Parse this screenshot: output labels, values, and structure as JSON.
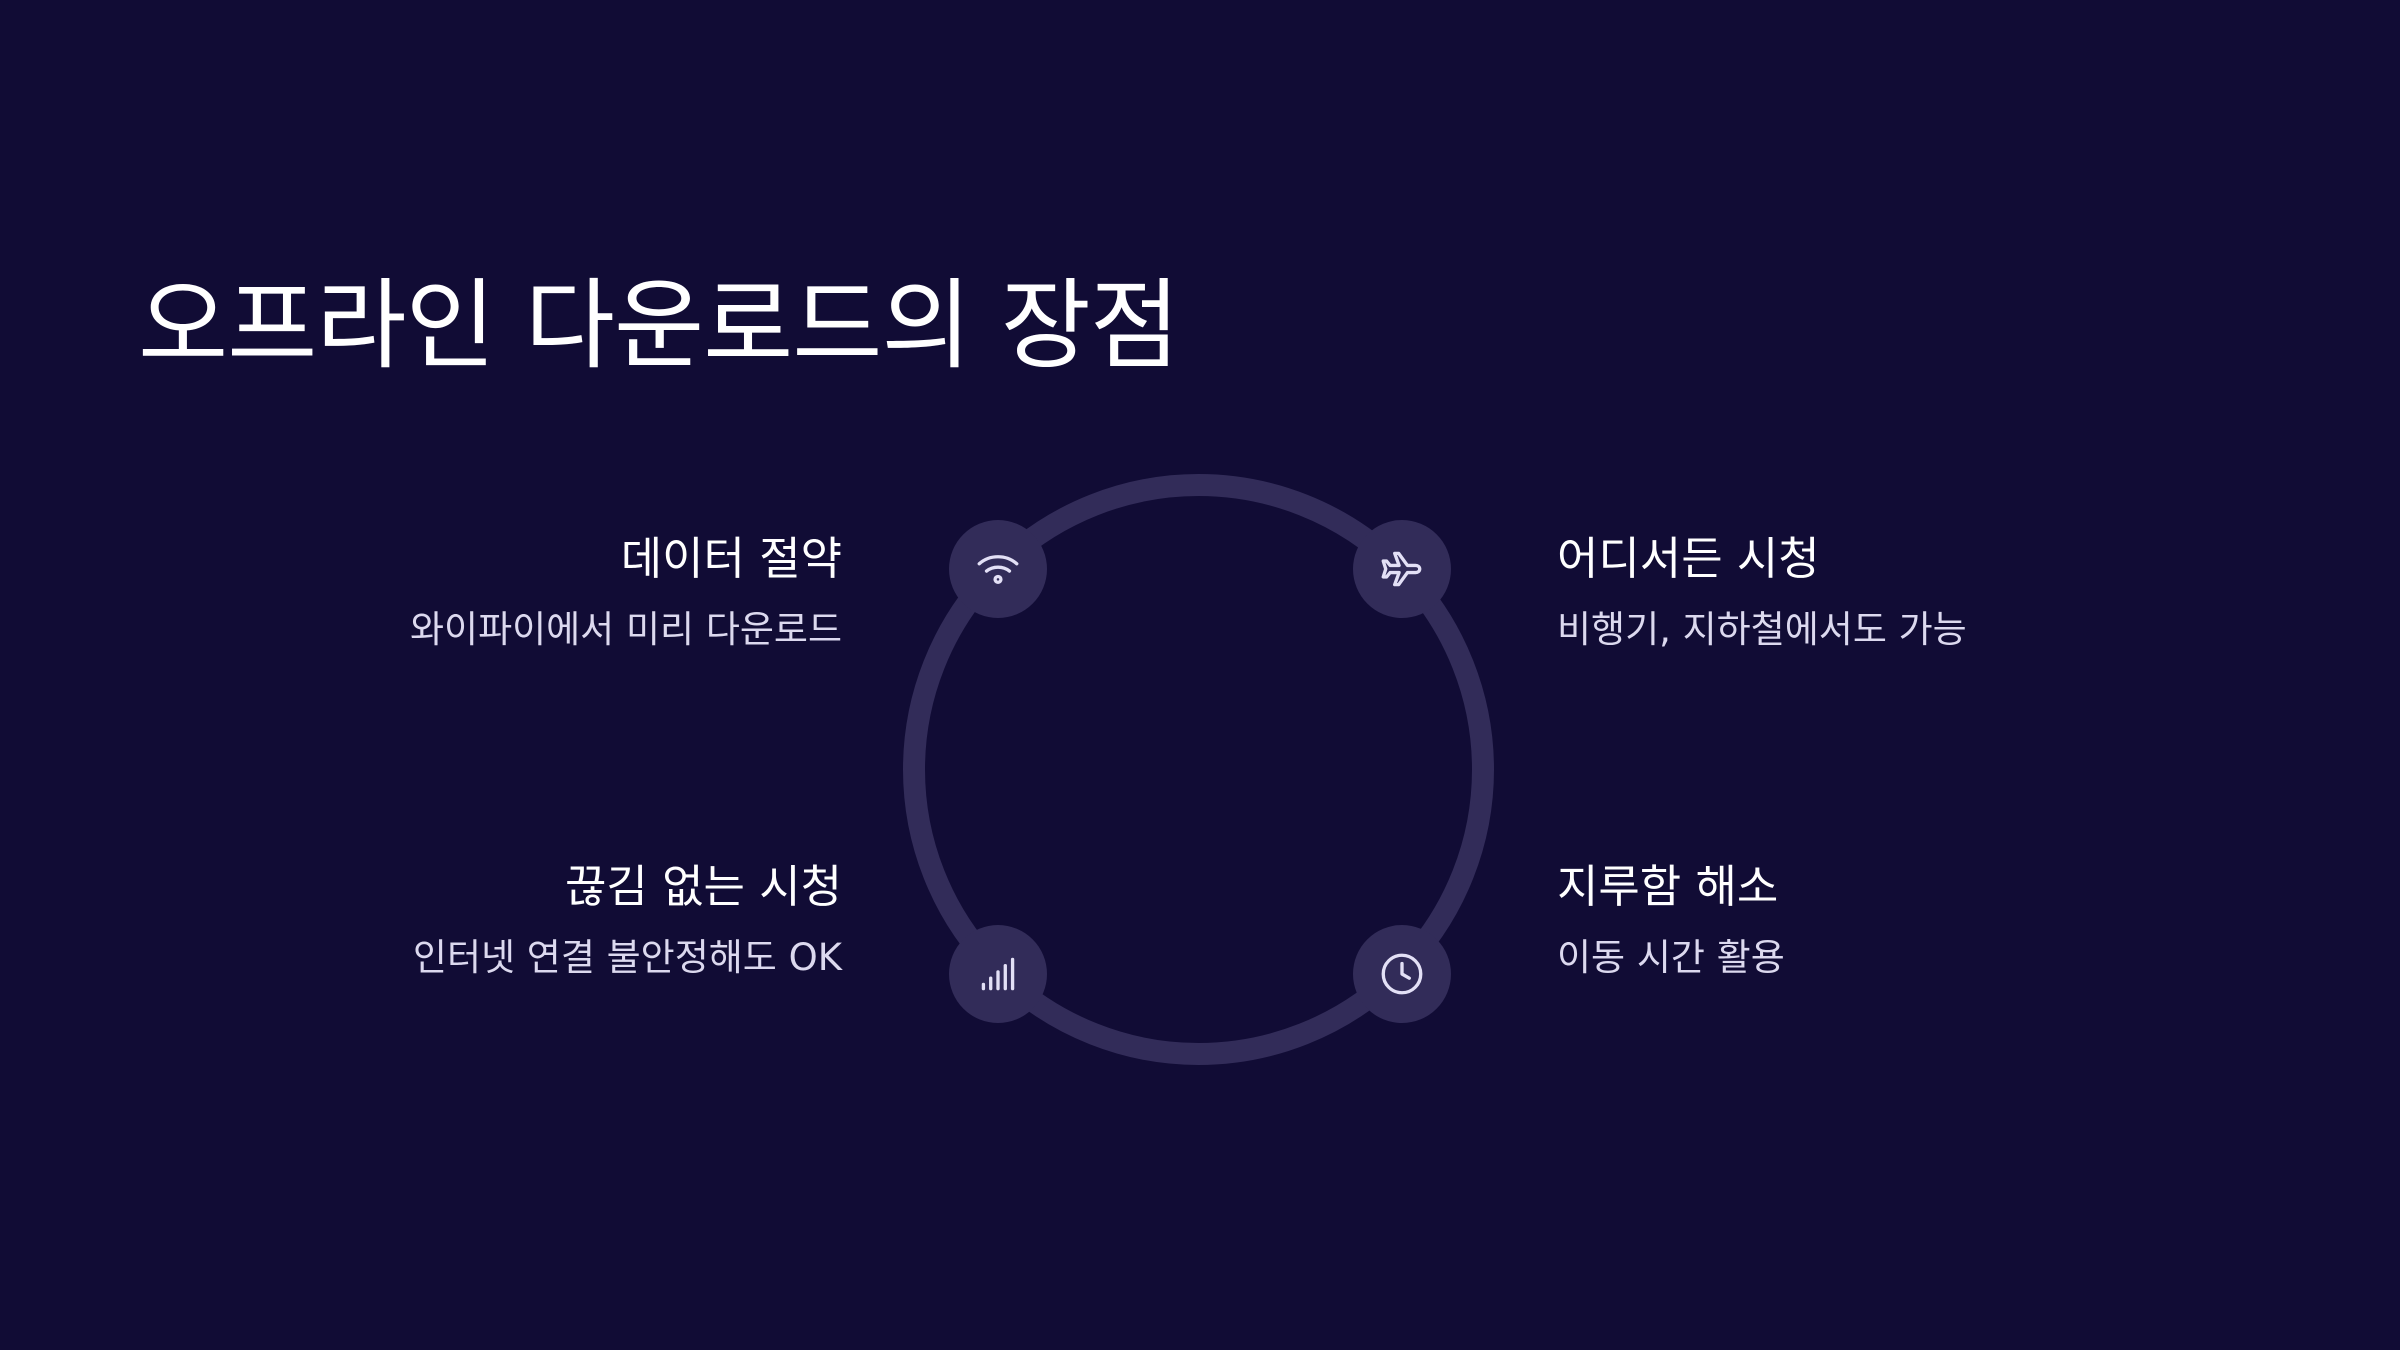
{
  "title": "오프라인 다운로드의 장점",
  "colors": {
    "background": "#110c35",
    "ring": "#322c59",
    "icon_stroke": "#e3e0f6",
    "title_text": "#ffffff",
    "description_text": "#dcd9ef"
  },
  "items": [
    {
      "title": "데이터 절약",
      "description": "와이파이에서 미리 다운로드",
      "icon": "wifi-icon"
    },
    {
      "title": "어디서든 시청",
      "description": "비행기, 지하철에서도 가능",
      "icon": "airplane-icon"
    },
    {
      "title": "끊김 없는 시청",
      "description": "인터넷 연결 불안정해도 OK",
      "icon": "signal-bars-icon"
    },
    {
      "title": "지루함 해소",
      "description": "이동 시간 활용",
      "icon": "clock-icon"
    }
  ]
}
